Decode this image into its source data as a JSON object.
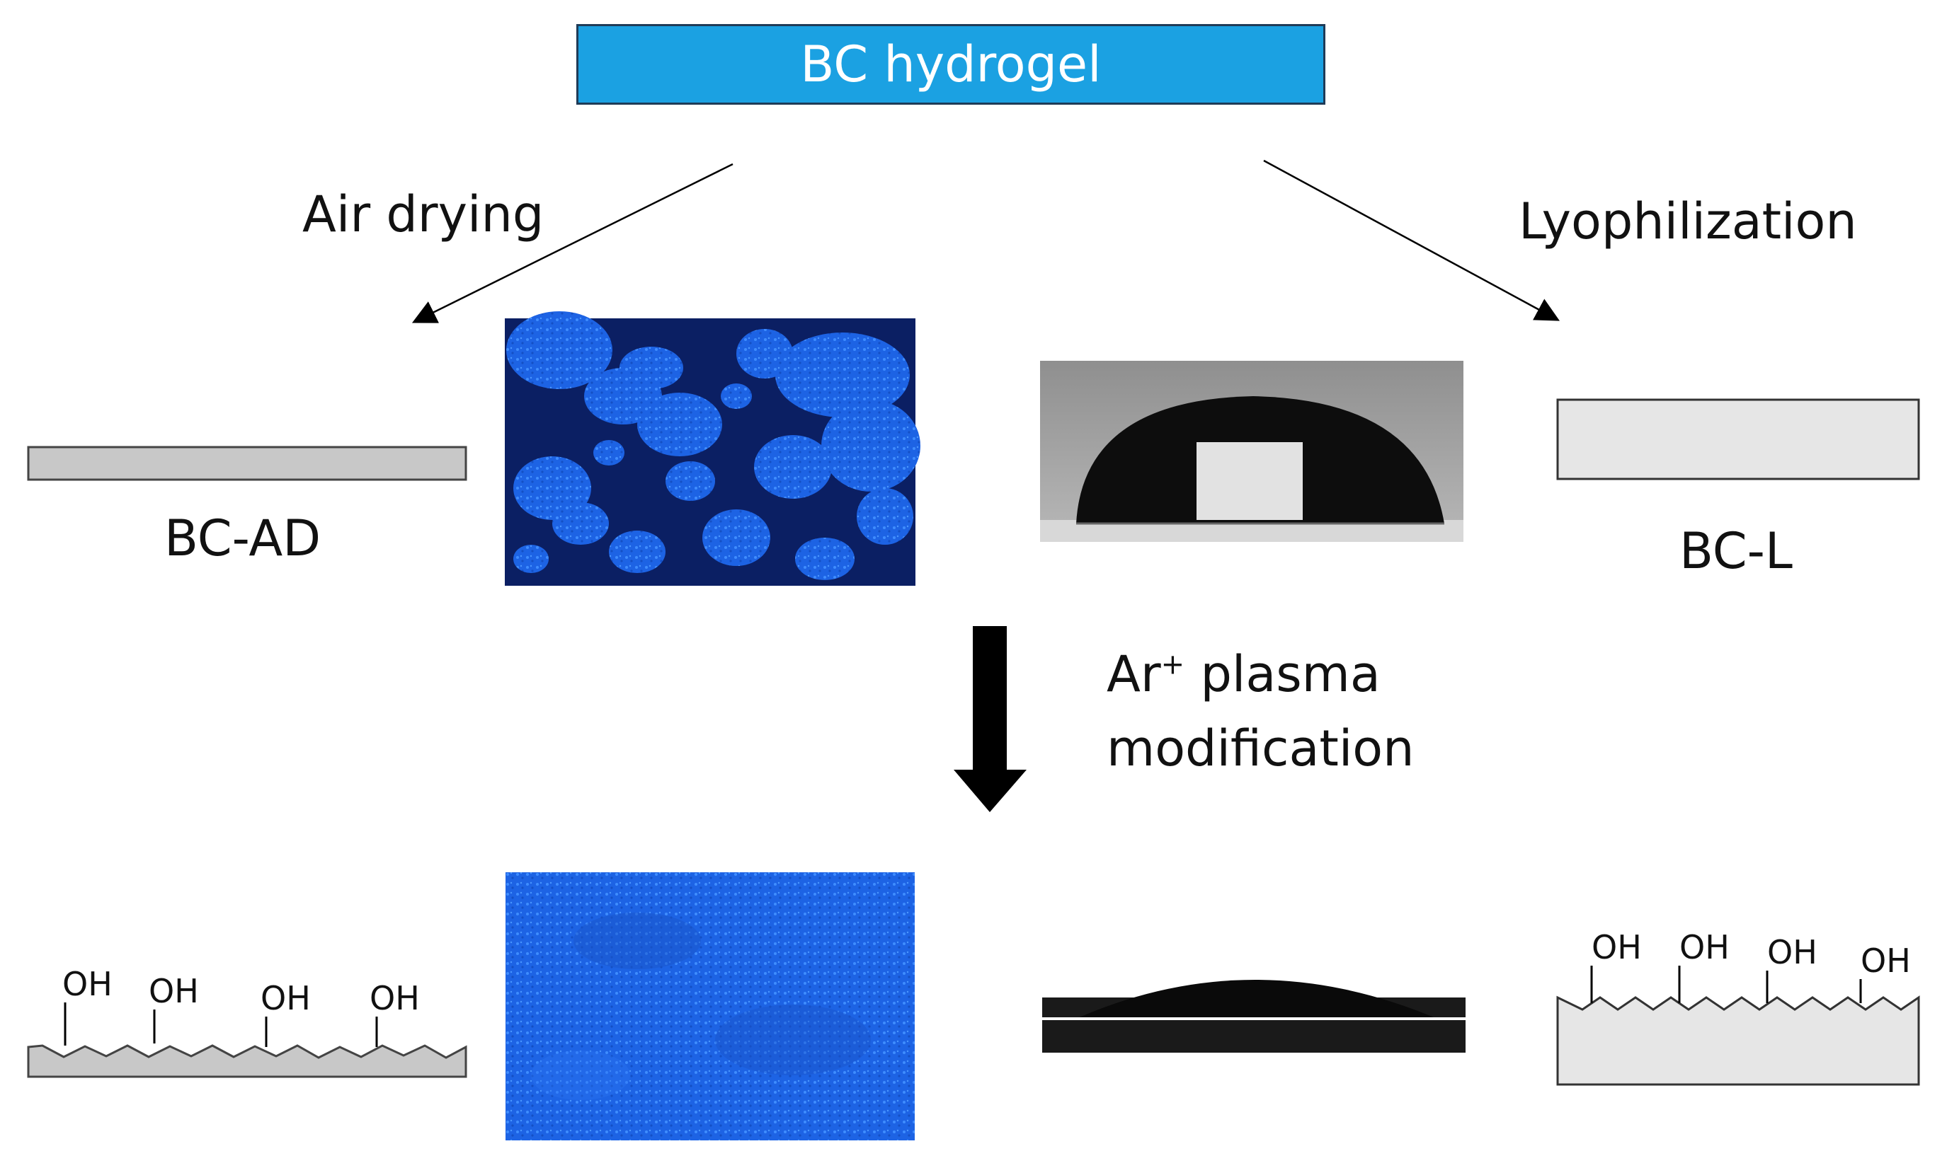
{
  "title": "BC hydrogel",
  "left_branch": {
    "method": "Air drying",
    "sample": "BC-AD"
  },
  "right_branch": {
    "method": "Lyophilization",
    "sample": "BC-L"
  },
  "treatment": {
    "ion": "Ar",
    "charge": "+",
    "line1_rest": " plasma",
    "line2": "modification"
  },
  "group_label": "OH",
  "colors": {
    "title_fill": "#1ba1e2",
    "bc_ad_fill": "#c8c8c8",
    "bc_l_fill": "#e6e6e6",
    "micrograph_blue": "#1e5fd6",
    "micrograph_dark": "#0b1f63"
  }
}
